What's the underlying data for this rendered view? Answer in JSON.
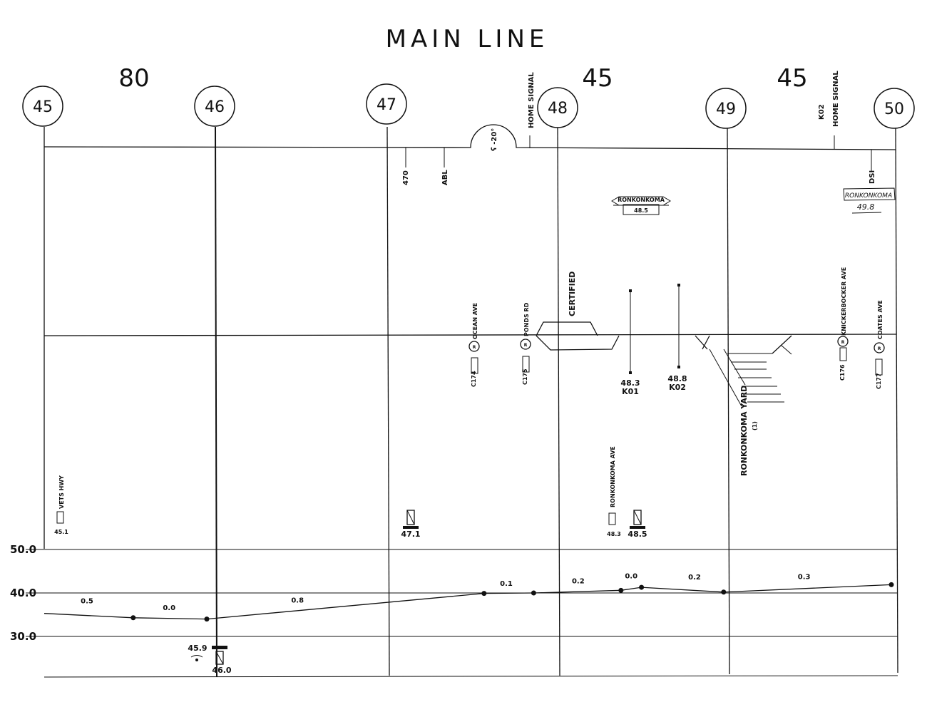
{
  "title": "MAIN LINE",
  "speed_limits": [
    "80",
    "45",
    "45"
  ],
  "mileposts": [
    "45",
    "46",
    "47",
    "48",
    "49",
    "50"
  ],
  "track_labels": {
    "home_signal_1": "HOME SIGNAL",
    "home_signal_2": "HOME SIGNAL",
    "k02_top": "K02",
    "curve": "ʕ -20°",
    "sig_470": "470",
    "abl": "ABL",
    "dsi": "DSI",
    "station_name": "RONKONKOMA",
    "station_mp": "48.5",
    "handwritten_1": "RONKONKOMA",
    "handwritten_2": "49.8",
    "certified": "CERTIFIED"
  },
  "crossings": {
    "ocean_ave": "OCEAN AVE",
    "ponds_rd": "PONDS RD",
    "c174": "C174",
    "c175": "C175",
    "ronkonkoma_ave": "RONKONKOMA AVE",
    "knickerbocker_ave": "KNICKERBOCKER AVE",
    "c176": "C176",
    "coates_ave": "COATES AVE",
    "c177": "C177",
    "vets_hwy": "VETS HWY",
    "vets_mp": "45.1",
    "ronk_ave_mp": "48.3"
  },
  "switches": {
    "k01_mp": "48.3",
    "k01": "K01",
    "k02_mp": "48.8",
    "k02": "K02",
    "yard": "RONKONKOMA YARD",
    "yard_note": "(1)"
  },
  "bridges": {
    "b1": "45.9",
    "b2": "46.0",
    "b3": "47.1",
    "b4": "48.5"
  },
  "chart_data": {
    "type": "line",
    "title": "",
    "xlabel": "",
    "ylabel": "",
    "y_ticks": [
      "50.0",
      "40.0",
      "30.0"
    ],
    "ylim": [
      20,
      55
    ],
    "xlim": [
      45,
      50
    ],
    "x_ticks": [
      45,
      46,
      47,
      48,
      49,
      50
    ],
    "series": [
      {
        "x": [
          45.0,
          45.52,
          45.95,
          47.57,
          47.86,
          48.37,
          48.49,
          48.97,
          49.95
        ],
        "y": [
          35.3,
          34.3,
          34.0,
          39.9,
          40.0,
          40.6,
          41.3,
          40.2,
          41.9
        ]
      }
    ],
    "grade_labels": [
      {
        "text": "0.5",
        "x": 45.25,
        "y": 37.6
      },
      {
        "text": "0.0",
        "x": 45.73,
        "y": 36.1
      },
      {
        "text": "0.8",
        "x": 46.48,
        "y": 37.8
      },
      {
        "text": "0.1",
        "x": 47.7,
        "y": 41.6
      },
      {
        "text": "0.2",
        "x": 48.12,
        "y": 42.2
      },
      {
        "text": "0.0",
        "x": 48.43,
        "y": 43.4
      },
      {
        "text": "0.2",
        "x": 48.8,
        "y": 43.1
      },
      {
        "text": "0.3",
        "x": 49.44,
        "y": 43.2
      }
    ]
  }
}
